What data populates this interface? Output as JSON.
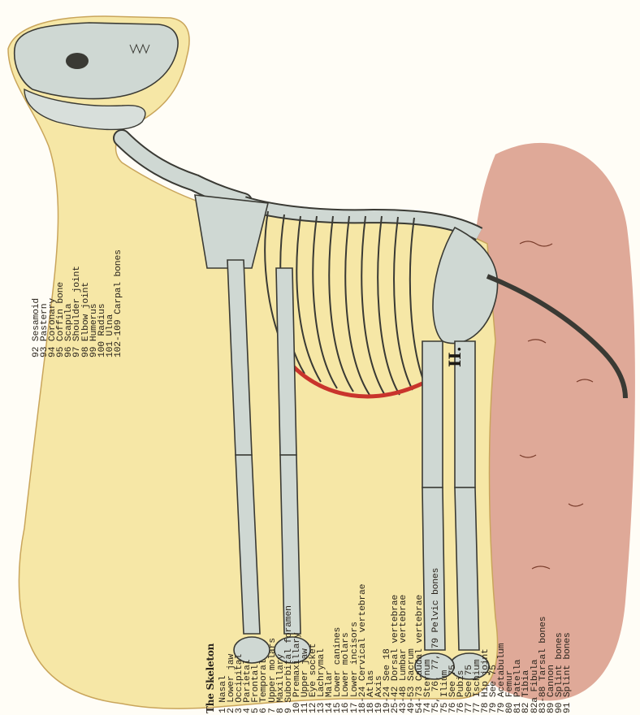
{
  "plate": {
    "numeral": "II.",
    "title": "The Skeleton"
  },
  "legend_main": [
    "1  Nasal",
    "2  Lower jaw",
    "3  Occipital",
    "4  Parietal",
    "5  Frontal",
    "6  Temporal",
    "7  Upper molars",
    "8  Maxillary",
    "9  Suborbital foramen",
    "10 Premaxillary",
    "11 Upper jaw",
    "12 Eye socket",
    "13 Lachrymal",
    "14 Malar",
    "15 Lower canines",
    "16 Lower molars",
    "17 Lower incisors",
    "18-24 Cervical vertebrae",
    "18 Atlas",
    "19 Axis",
    "19-24 See 18",
    "25-42 Dorsal vertebrae",
    "43-48 Lumbar vertebrae",
    "49-53 Sacrum",
    "54-73 Caudal vertebrae",
    "74 Sternum",
    "75, 76, 77, 79 Pelvic bones",
    "75 Ilium",
    "76 See 75",
    "76 Pubis",
    "77 See 75",
    "77 Ischium",
    "78 Hip joint",
    "79 See 75",
    "79 Acetabulum",
    "80 Femur",
    "",
    "81 Patella",
    "82 Tibia",
    "82a Fibula",
    "83-88 Tarsal bones",
    "89 Cannon",
    "90 Splint bones",
    "91 Splint bones"
  ],
  "legend_secondary": [
    "92 Sesamoid",
    "93 Pastern",
    "94 Coronary",
    "95 Coffin bone",
    "96 Scapula",
    "97 Shoulder joint",
    "98 Elbow joint",
    "99 Humerus",
    "100 Radius",
    "101 Ulna",
    "102-109 Carpal bones"
  ],
  "colors": {
    "body_fill": "#f6e7a6",
    "bone_fill": "#cfd8d3",
    "bone_stroke": "#3a3a34",
    "ground": "#d99a87",
    "rib_cartilage": "#c9342c"
  }
}
